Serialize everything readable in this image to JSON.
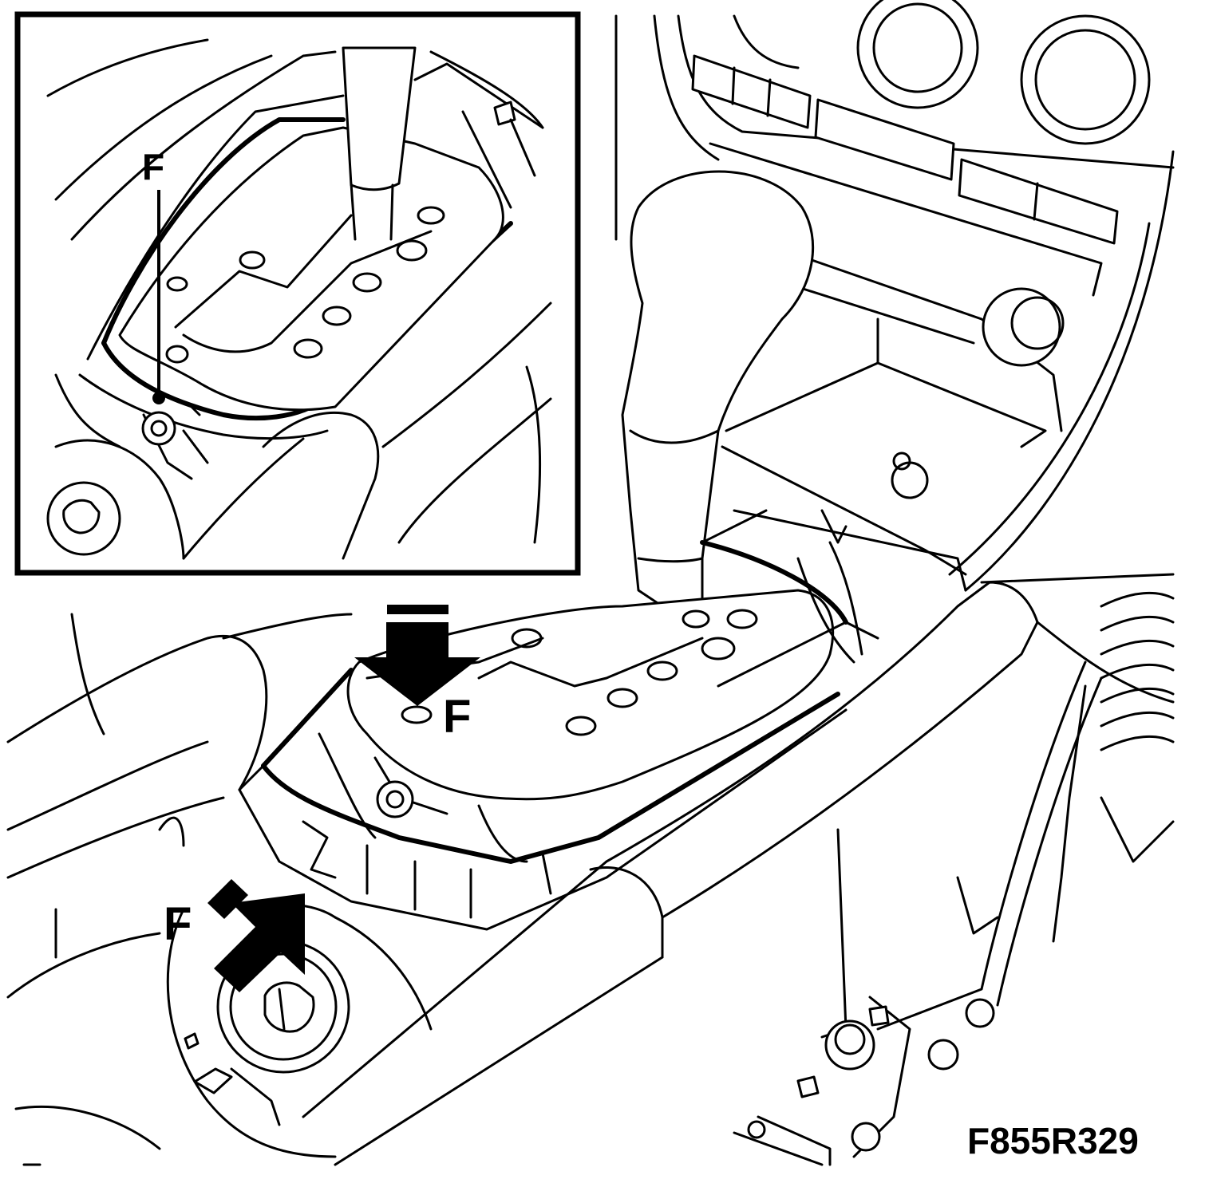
{
  "labels": [
    "F",
    "F",
    "F"
  ],
  "figure_id": "F855R329"
}
